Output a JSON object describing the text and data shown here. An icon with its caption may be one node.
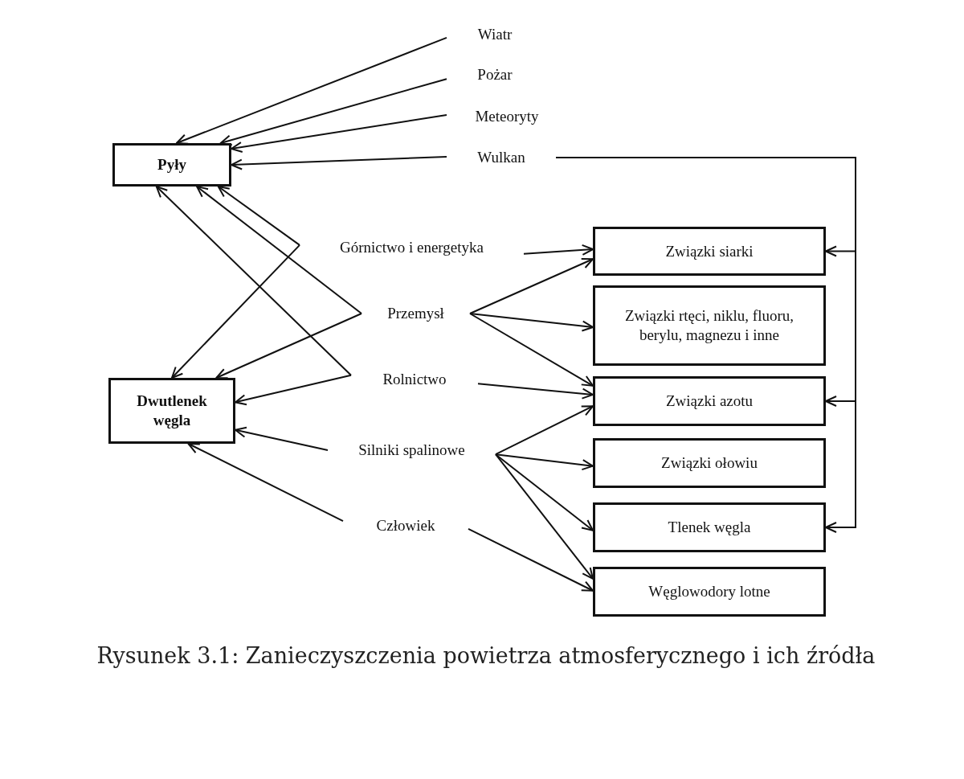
{
  "diagram": {
    "caption": "Rysunek 3.1: Zanieczyszczenia powietrza atmosferycznego i ich źródła",
    "nodes": [
      {
        "text": [
          "Wiatr"
        ]
      },
      {
        "text": [
          "Pożar"
        ]
      },
      {
        "text": [
          "Meteoryty"
        ]
      },
      {
        "text": [
          "Pyły"
        ]
      },
      {
        "text": [
          "Wulkan"
        ]
      },
      {
        "text": [
          "Górnictwo i energetyka"
        ]
      },
      {
        "text": [
          "Związki siarki"
        ]
      },
      {
        "text": [
          "Przemysł"
        ]
      },
      {
        "text": [
          "Związki rtęci, niklu, fluoru, berylu, magnezu i inne"
        ]
      },
      {
        "text": [
          "Rolnictwo"
        ]
      },
      {
        "text": [
          "Dwutlenek węgla"
        ]
      },
      {
        "text": [
          "Związki azotu"
        ]
      },
      {
        "text": [
          "Silniki spalinowe"
        ]
      },
      {
        "text": [
          "Związki ołowiu"
        ]
      },
      {
        "text": [
          "Człowiek"
        ]
      },
      {
        "text": [
          "Tlenek węgla"
        ]
      },
      {
        "text": [
          "Węglowodory lotne"
        ]
      }
    ],
    "edges": [
      {
        "from": 0,
        "to": 3,
        "arrow": "to"
      },
      {
        "from": 1,
        "to": 3,
        "arrow": "to"
      },
      {
        "from": 2,
        "to": 3,
        "arrow": "to"
      },
      {
        "from": 4,
        "to": 3,
        "arrow": "to"
      },
      {
        "from": 4,
        "to": 6,
        "arrow": "to"
      },
      {
        "from": 4,
        "to": 11,
        "arrow": "to"
      },
      {
        "from": 4,
        "to": 15,
        "arrow": "to"
      },
      {
        "from": 5,
        "to": 3,
        "arrow": "to"
      },
      {
        "from": 5,
        "to": 10,
        "arrow": "to"
      },
      {
        "from": 5,
        "to": 6,
        "arrow": "to"
      },
      {
        "from": 7,
        "to": 3,
        "arrow": "to"
      },
      {
        "from": 7,
        "to": 10,
        "arrow": "to"
      },
      {
        "from": 7,
        "to": 6,
        "arrow": "to"
      },
      {
        "from": 7,
        "to": 8,
        "arrow": "to"
      },
      {
        "from": 7,
        "to": 11,
        "arrow": "to"
      },
      {
        "from": 9,
        "to": 3,
        "arrow": "to"
      },
      {
        "from": 9,
        "to": 10,
        "arrow": "to"
      },
      {
        "from": 9,
        "to": 11,
        "arrow": "to"
      },
      {
        "from": 12,
        "to": 10,
        "arrow": "to"
      },
      {
        "from": 12,
        "to": 11,
        "arrow": "to"
      },
      {
        "from": 12,
        "to": 13,
        "arrow": "to"
      },
      {
        "from": 12,
        "to": 15,
        "arrow": "to"
      },
      {
        "from": 12,
        "to": 16,
        "arrow": "to"
      },
      {
        "from": 14,
        "to": 10,
        "arrow": "to"
      },
      {
        "from": 14,
        "to": 16,
        "arrow": "to"
      }
    ]
  }
}
